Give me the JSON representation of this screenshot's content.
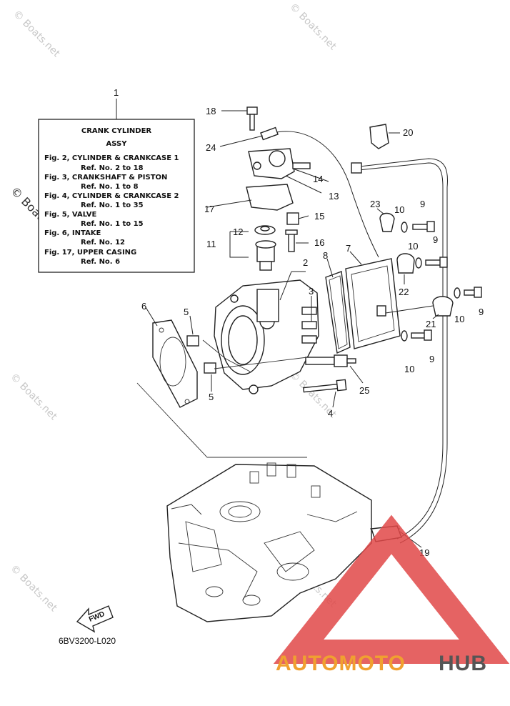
{
  "info_box": {
    "title_line1": "CRANK CYLINDER",
    "title_line2": "ASSY",
    "lines": [
      "Fig. 2, CYLINDER & CRANKCASE 1",
      "Ref. No. 2 to 18",
      "Fig. 3, CRANKSHAFT & PISTON",
      "Ref. No. 1 to 8",
      "Fig. 4, CYLINDER & CRANKCASE 2",
      "Ref. No. 1 to 35",
      "Fig. 5, VALVE",
      "Ref. No. 1 to 15",
      "Fig. 6, INTAKE",
      "Ref. No. 12",
      "Fig. 17, UPPER CASING",
      "Ref. No. 6"
    ]
  },
  "callouts": {
    "c1": "1",
    "c2": "2",
    "c3": "3",
    "c4": "4",
    "c5a": "5",
    "c5b": "5",
    "c6": "6",
    "c7": "7",
    "c8": "8",
    "c9a": "9",
    "c9b": "9",
    "c9c": "9",
    "c9d": "9",
    "c10a": "10",
    "c10b": "10",
    "c10c": "10",
    "c10d": "10",
    "c11": "11",
    "c12": "12",
    "c13": "13",
    "c14": "14",
    "c15": "15",
    "c16": "16",
    "c17": "17",
    "c18": "18",
    "c19": "19",
    "c20": "20",
    "c21": "21",
    "c22": "22",
    "c23": "23",
    "c24": "24",
    "c25": "25"
  },
  "fwd_label": "FWD",
  "diagram_code": "6BV3200-L020",
  "watermark": "© Boats.net",
  "brand": {
    "part1": "AUTOMOTO",
    "part2": "HUB",
    "color1": "#f0a030",
    "color2": "#555555",
    "logo_color": "#e04848"
  }
}
